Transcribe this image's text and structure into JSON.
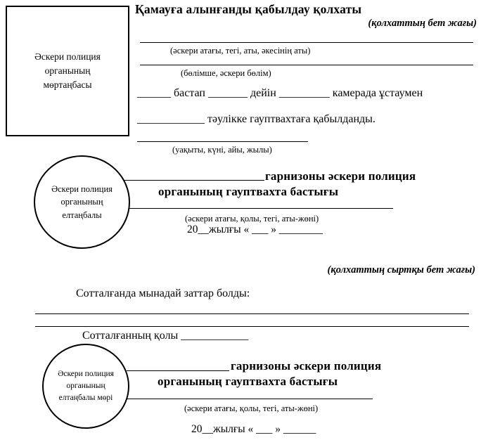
{
  "front": {
    "stamp_box_label": "Әскери полиция органының мөртаңбасы",
    "title": "Қамауға алынғанды қабылдау қолхаты",
    "side_note": "(қолхаттың бет жағы)",
    "name_field_caption": "(әскери атағы, тегі, аты, әкесінің аты)",
    "unit_field_caption": "(бөлімше, әскери бөлім)",
    "detention_line": "______ бастап _______ дейін _________ камерада ұстаумен",
    "admission_line": "____________ тәулікке гауптвахтаға қабылданды.",
    "datetime_caption": "(уақыты, күні, айы, жылы)",
    "seal_label": "Әскери полиция органының елтаңбалы",
    "officer_title_line1": "гарнизоны әскери полиция",
    "officer_title_line2": "органының гауптвахта бастығы",
    "signature_caption": "(әскери атағы, қолы, тегі, аты-жөні)",
    "date_line": "20__жылғы « ___ » ________"
  },
  "back": {
    "side_note": "(қолхаттың сыртқы бет жағы)",
    "belongings_heading": "Сотталғанда мынадай заттар болды:",
    "convict_signature_line": "Сотталғанның қолы ____________",
    "seal_label": "Әскери полиция органының елтаңбалы мөрі",
    "officer_title_line1": "гарнизоны әскери полиция",
    "officer_title_line2": "органының гауптвахта бастығы",
    "signature_caption": "(әскери атағы, қолы, тегі, аты-жөні)",
    "date_line": "20__жылғы « ___ » ______"
  }
}
